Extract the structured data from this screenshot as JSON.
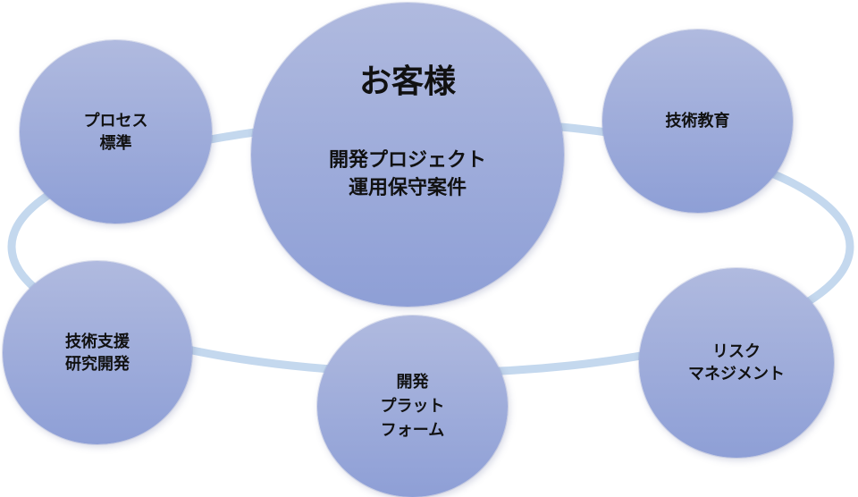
{
  "center": {
    "title": "お客様",
    "lines": [
      "開発プロジェクト",
      "運用保守案件"
    ]
  },
  "nodes": {
    "process": {
      "lines": [
        "プロセス",
        "標準"
      ]
    },
    "education": {
      "lines": [
        "技術教育"
      ]
    },
    "research": {
      "lines": [
        "技術支援",
        "研究開発"
      ]
    },
    "platform": {
      "lines": [
        "開発",
        "プラット",
        "フォーム"
      ]
    },
    "risk": {
      "lines": [
        "リスク",
        "マネジメント"
      ]
    }
  },
  "colors": {
    "ring": "#c4d8ee",
    "node_top": "#b0badf",
    "node_bottom": "#8e9fd6",
    "text": "#111111"
  }
}
